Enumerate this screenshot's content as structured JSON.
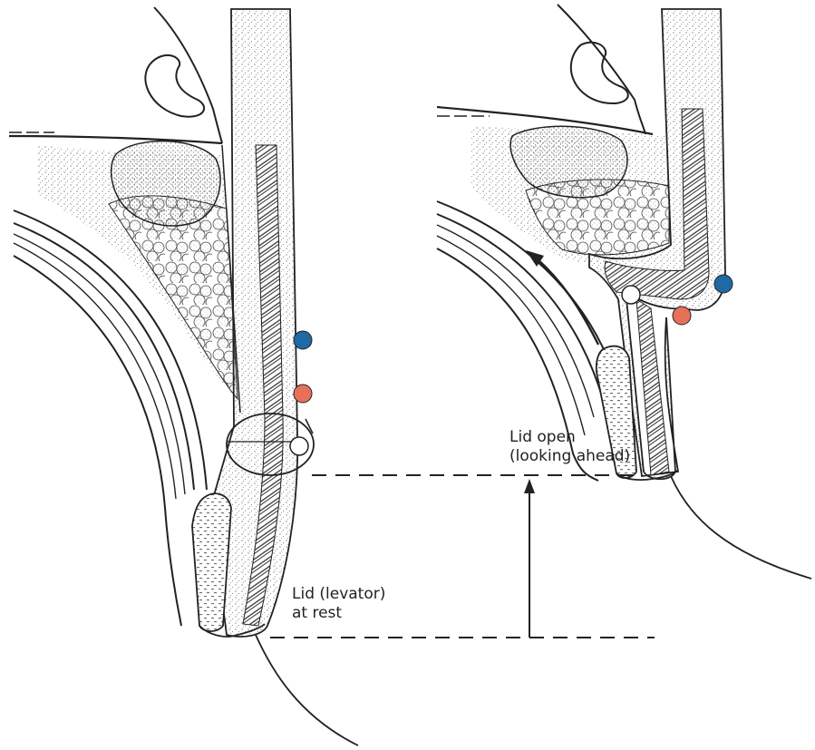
{
  "labels": {
    "lid_open": {
      "line1": "Lid open",
      "line2": "(looking ahead)"
    },
    "lid_rest": {
      "line1": "Lid (levator)",
      "line2": "at rest"
    }
  },
  "markers": {
    "blue": "#1f6aa5",
    "orange": "#e8705a",
    "white": "#ffffff"
  }
}
